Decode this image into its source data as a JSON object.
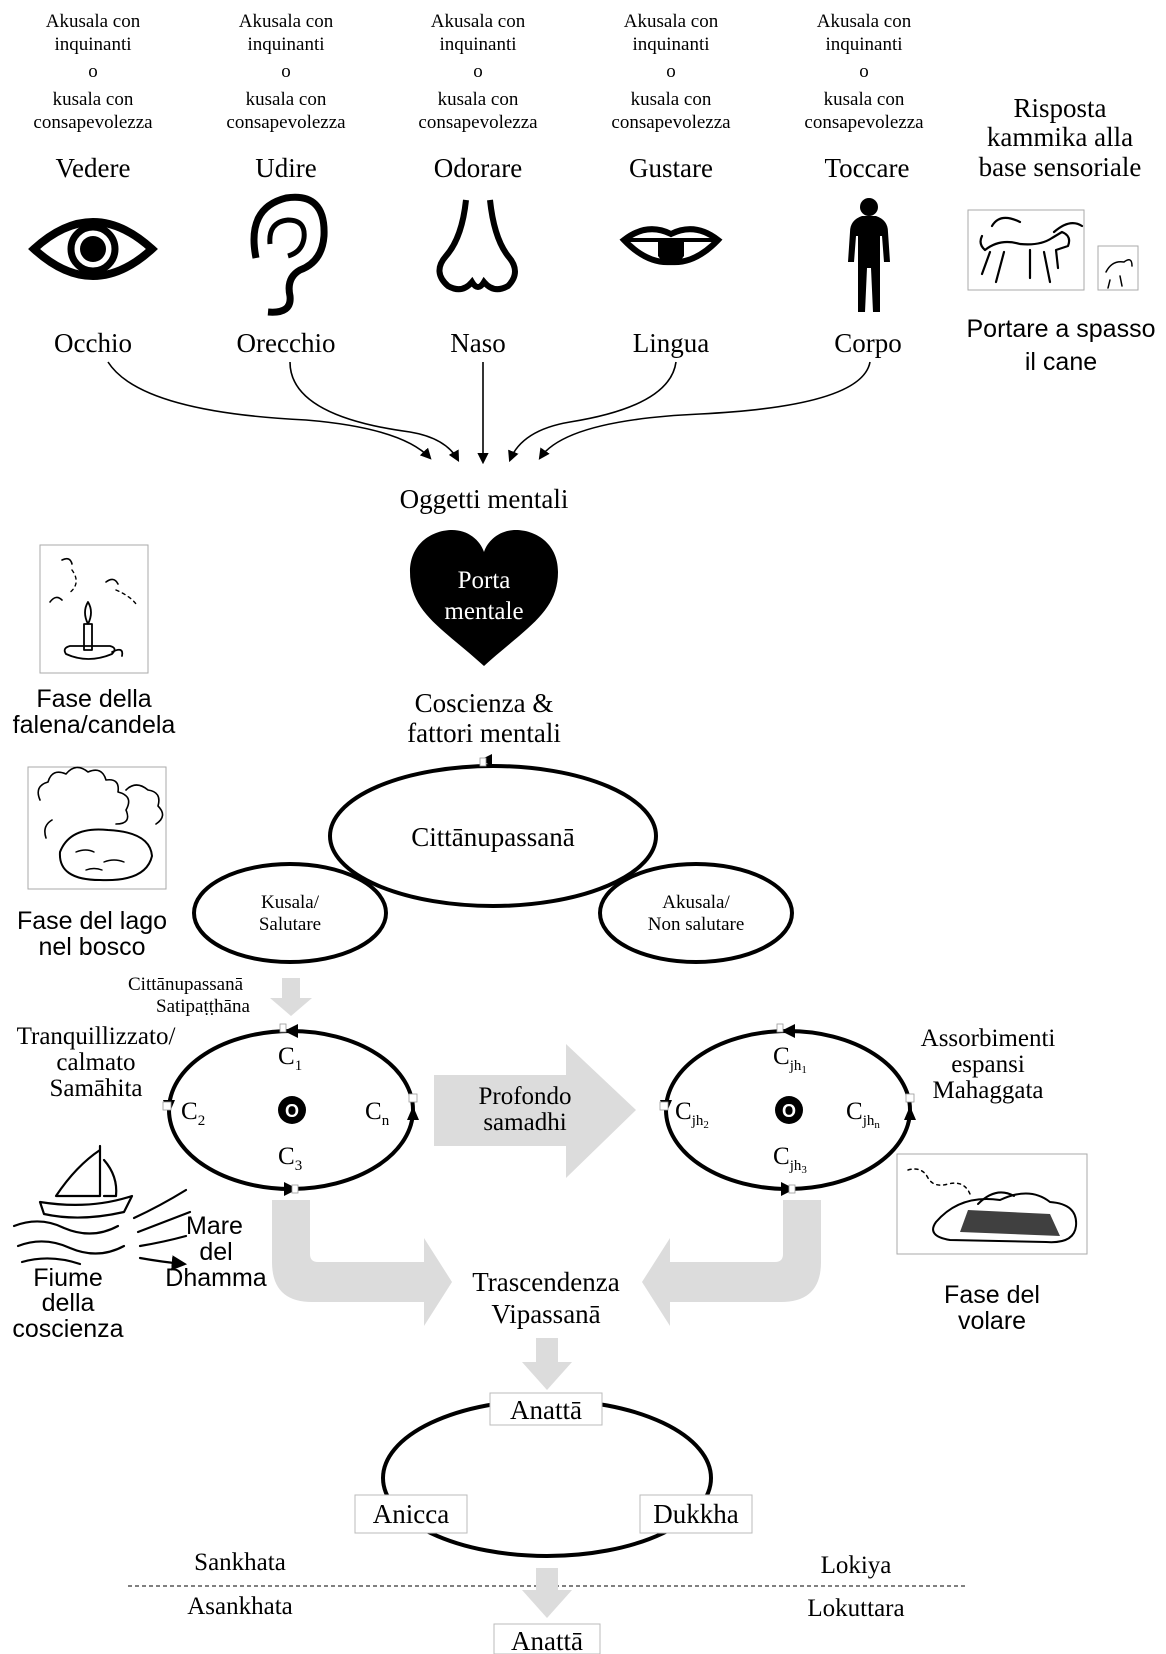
{
  "senses": [
    {
      "karma_top": "Akusala con",
      "karma_top2": "inquinanti",
      "or": "o",
      "karma_bot": "kusala con",
      "karma_bot2": "consapevolezza",
      "verb": "Vedere",
      "organ": "Occhio",
      "icon": "eye-icon"
    },
    {
      "karma_top": "Akusala con",
      "karma_top2": "inquinanti",
      "or": "o",
      "karma_bot": "kusala con",
      "karma_bot2": "consapevolezza",
      "verb": "Udire",
      "organ": "Orecchio",
      "icon": "ear-icon"
    },
    {
      "karma_top": "Akusala con",
      "karma_top2": "inquinanti",
      "or": "o",
      "karma_bot": "kusala con",
      "karma_bot2": "consapevolezza",
      "verb": "Odorare",
      "organ": "Naso",
      "icon": "nose-icon"
    },
    {
      "karma_top": "Akusala con",
      "karma_top2": "inquinanti",
      "or": "o",
      "karma_bot": "kusala con",
      "karma_bot2": "consapevolezza",
      "verb": "Gustare",
      "organ": "Lingua",
      "icon": "tongue-icon"
    },
    {
      "karma_top": "Akusala con",
      "karma_top2": "inquinanti",
      "or": "o",
      "karma_bot": "kusala con",
      "karma_bot2": "consapevolezza",
      "verb": "Toccare",
      "organ": "Corpo",
      "icon": "body-icon"
    }
  ],
  "kamma_response": {
    "line1": "Risposta",
    "line2": "kammika alla",
    "line3": "base sensoriale",
    "caption1": "Portare a spasso",
    "caption2": "il cane"
  },
  "mental_objects": "Oggetti mentali",
  "mind_door": {
    "line1": "Porta",
    "line2": "mentale"
  },
  "consciousness": {
    "line1": "Coscienza &",
    "line2": "fattori mentali"
  },
  "citta": {
    "center": "Cittānupassanā",
    "kusala1": "Kusala/",
    "kusala2": "Salutare",
    "akusala1": "Akusala/",
    "akusala2": "Non salutare",
    "sati1": "Cittānupassanā",
    "sati2": "Satipaṭṭhāna"
  },
  "phases": {
    "moth1": "Fase della",
    "moth2": "falena/candela",
    "lake1": "Fase del lago",
    "lake2": "nel bosco",
    "river1": "Fiume",
    "river2": "della",
    "river3": "coscienza",
    "sea1": "Mare",
    "sea2": "del",
    "sea3": "Dhamma",
    "fly1": "Fase del",
    "fly2": "volare"
  },
  "calm": {
    "line1": "Tranquillizzato/",
    "line2": "calmato",
    "line3": "Samāhita"
  },
  "samadhi_loop": {
    "c": "C",
    "s1": "1",
    "s2": "2",
    "s3": "3",
    "sn": "n",
    "center": "O"
  },
  "deep": {
    "line1": "Profondo",
    "line2": "samadhi"
  },
  "expanded": {
    "line1": "Assorbimenti",
    "line2": "espansi",
    "line3": "Mahaggata"
  },
  "jhana_loop": {
    "c": "C",
    "jh": "jh",
    "s1": "1",
    "s2": "2",
    "s3": "3",
    "sn": "n",
    "center": "O"
  },
  "transcend": {
    "line1": "Trascendenza",
    "line2": "Vipassanā"
  },
  "marks": {
    "anatta": "Anattā",
    "anicca": "Anicca",
    "dukkha": "Dukkha"
  },
  "realms": {
    "sankhata": "Sankhata",
    "asankhata": "Asankhata",
    "lokiya": "Lokiya",
    "lokuttara": "Lokuttara"
  },
  "final": "Anattā"
}
